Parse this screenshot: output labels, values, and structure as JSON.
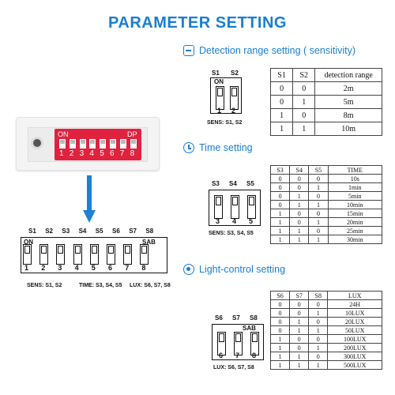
{
  "title": "PARAMETER SETTING",
  "sections": {
    "detection": {
      "title": "Detection range setting ( sensitivity)",
      "switch_labels": [
        "S1",
        "S2"
      ],
      "on_label": "ON",
      "numbers": [
        "1",
        "2"
      ],
      "caption": "SENS: S1, S2",
      "table": {
        "headers": [
          "S1",
          "S2",
          "detection  range"
        ],
        "rows": [
          [
            "0",
            "0",
            "2m"
          ],
          [
            "0",
            "1",
            "5m"
          ],
          [
            "1",
            "0",
            "8m"
          ],
          [
            "1",
            "1",
            "10m"
          ]
        ]
      }
    },
    "time": {
      "title": "Time setting",
      "switch_labels": [
        "S3",
        "S4",
        "S5"
      ],
      "numbers": [
        "3",
        "4",
        "5"
      ],
      "caption": "SENS: S3, S4, S5",
      "table": {
        "headers": [
          "S3",
          "S4",
          "S5",
          "TIME"
        ],
        "rows": [
          [
            "0",
            "0",
            "0",
            "10s"
          ],
          [
            "0",
            "0",
            "1",
            "1min"
          ],
          [
            "0",
            "1",
            "0",
            "5min"
          ],
          [
            "0",
            "1",
            "1",
            "10min"
          ],
          [
            "1",
            "0",
            "0",
            "15min"
          ],
          [
            "1",
            "0",
            "1",
            "20min"
          ],
          [
            "1",
            "1",
            "0",
            "25min"
          ],
          [
            "1",
            "1",
            "1",
            "30min"
          ]
        ]
      }
    },
    "light": {
      "title": "Light-control setting",
      "switch_labels": [
        "S6",
        "S7",
        "S8"
      ],
      "sab_label": "SAB",
      "numbers": [
        "6",
        "7",
        "8"
      ],
      "caption": "LUX: S6, S7, S8",
      "table": {
        "headers": [
          "S6",
          "S7",
          "S8",
          "LUX"
        ],
        "rows": [
          [
            "0",
            "0",
            "0",
            "24H"
          ],
          [
            "0",
            "0",
            "1",
            "10LUX"
          ],
          [
            "0",
            "1",
            "0",
            "20LUX"
          ],
          [
            "0",
            "1",
            "1",
            "50LUX"
          ],
          [
            "1",
            "0",
            "0",
            "100LUX"
          ],
          [
            "1",
            "0",
            "1",
            "200LUX"
          ],
          [
            "1",
            "1",
            "0",
            "300LUX"
          ],
          [
            "1",
            "1",
            "1",
            "500LUX"
          ]
        ]
      }
    }
  },
  "device": {
    "on_label": "ON",
    "dp_label": "DP",
    "numbers": [
      "1",
      "2",
      "3",
      "4",
      "5",
      "6",
      "7",
      "8"
    ]
  },
  "main_switch": {
    "labels": [
      "S1",
      "S2",
      "S3",
      "S4",
      "S5",
      "S6",
      "S7",
      "S8"
    ],
    "on_label": "ON",
    "sab_label": "SAB",
    "numbers": [
      "1",
      "2",
      "3",
      "4",
      "5",
      "6",
      "7",
      "8"
    ],
    "caption_sens": "SENS: S1, S2",
    "caption_time": "TIME: S3, S4, S5",
    "caption_lux": "LUX: S6, S7, S8"
  },
  "colors": {
    "accent": "#1a7fd0",
    "dip_red": "#e0223f",
    "arrow": "#1e7fd6"
  }
}
